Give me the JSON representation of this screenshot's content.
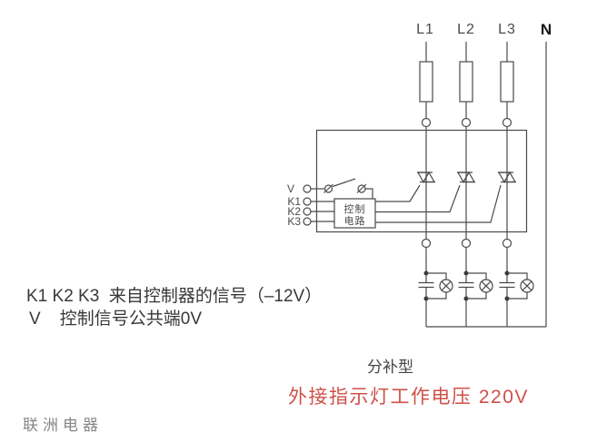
{
  "diagram": {
    "phase_labels": [
      "L1",
      "L2",
      "L3"
    ],
    "neutral_label": "N",
    "input_terminals": {
      "t0": "V",
      "t1": "K1",
      "t2": "K2",
      "t3": "K3"
    },
    "control_box": {
      "line1": "控制",
      "line2": "电路"
    }
  },
  "notes": {
    "line1": "K1 K2 K3  来自控制器的信号（–12V）",
    "line2": "V    控制信号公共端0V"
  },
  "captions": {
    "type_label": "分补型",
    "indicator_note": "外接指示灯工作电压 220V"
  },
  "watermark": "联洲电器",
  "colors": {
    "line": "#4a4a4a",
    "text": "#383838",
    "accent_red": "#cf5148",
    "watermark_gray": "#858585"
  }
}
